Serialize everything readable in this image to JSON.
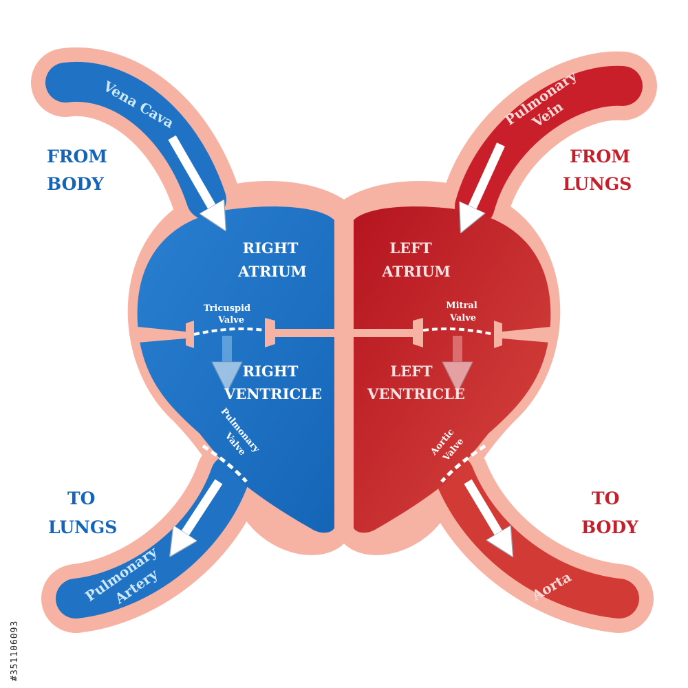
{
  "labels": {
    "from_body": [
      "FROM",
      "BODY"
    ],
    "from_lungs": [
      "FROM",
      "LUNGS"
    ],
    "to_lungs": [
      "TO",
      "LUNGS"
    ],
    "to_body": [
      "TO",
      "BODY"
    ]
  },
  "chambers": {
    "right_atrium": [
      "RIGHT",
      "ATRIUM"
    ],
    "left_atrium": [
      "LEFT",
      "ATRIUM"
    ],
    "right_ventricle": [
      "RIGHT",
      "VENTRICLE"
    ],
    "left_ventricle": [
      "LEFT",
      "VENTRICLE"
    ]
  },
  "vessels": {
    "vena_cava": "Vena Cava",
    "pulmonary_vein": [
      "Pulmonary",
      "Vein"
    ],
    "pulmonary_artery": [
      "Pulmonary",
      "Artery"
    ],
    "aorta": "Aorta"
  },
  "valves": {
    "tricuspid": [
      "Tricuspid",
      "Valve"
    ],
    "mitral": [
      "Mitral",
      "Valve"
    ],
    "pulmonary": [
      "Pulmonary",
      "Valve"
    ],
    "aortic": [
      "Aortic",
      "Valve"
    ]
  },
  "watermark": "#351106093",
  "colors": {
    "deoxygenated": "#1f72c4",
    "oxygenated": "#c81f2a",
    "tissue": "#f6b3a4",
    "tissue_light": "#f9c8bd",
    "text_blue": "#1565b7",
    "text_red": "#c2212b"
  }
}
